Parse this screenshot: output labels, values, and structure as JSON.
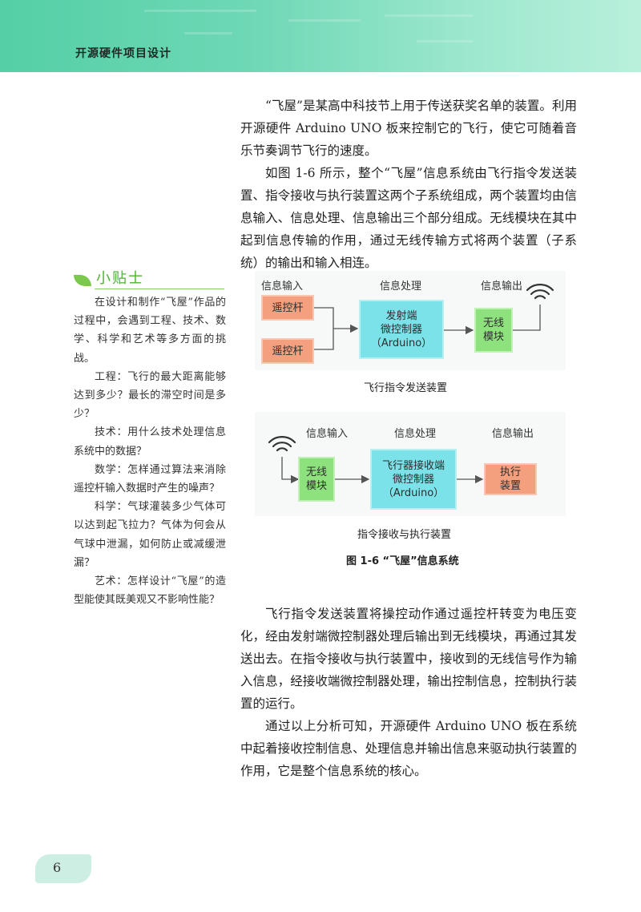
{
  "header": {
    "title": "开源硬件项目设计"
  },
  "intro": [
    "“飞屋”是某高中科技节上用于传送获奖名单的装置。利用开源硬件 Arduino UNO 板来控制它的飞行，使它可随着音乐节奏调节飞行的速度。",
    "如图 1-6 所示，整个“飞屋”信息系统由飞行指令发送装置、指令接收与执行装置这两个子系统组成，两个装置均由信息输入、信息处理、信息输出三个部分组成。无线模块在其中起到信息传输的作用，通过无线传输方式将两个装置（子系统）的输出和输入相连。"
  ],
  "tip": {
    "title": "小贴士",
    "paragraphs": [
      "在设计和制作“飞屋”作品的过程中，会遇到工程、技术、数学、科学和艺术等多方面的挑战。",
      "工程：飞行的最大距离能够达到多少？最长的滞空时间是多少？",
      "技术：用什么技术处理信息系统中的数据？",
      "数学：怎样通过算法来消除遥控杆输入数据时产生的噪声？",
      "科学：气球灌装多少气体可以达到起飞拉力？气体为何会从气球中泄漏，如何防止或减缓泄漏？",
      "艺术：怎样设计“飞屋”的造型能使其既美观又不影响性能？"
    ]
  },
  "figure": {
    "sender": {
      "label_input": "信息输入",
      "label_process": "信息处理",
      "label_output": "信息输出",
      "joystick_1": "遥控杆",
      "joystick_2": "遥控杆",
      "mcu_line1": "发射端",
      "mcu_line2": "微控制器",
      "mcu_line3": "（Arduino）",
      "wireless_line1": "无线",
      "wireless_line2": "模块",
      "caption": "飞行指令发送装置"
    },
    "receiver": {
      "label_input": "信息输入",
      "label_process": "信息处理",
      "label_output": "信息输出",
      "wireless_line1": "无线",
      "wireless_line2": "模块",
      "mcu_line1": "飞行器接收端",
      "mcu_line2": "微控制器",
      "mcu_line3": "（Arduino）",
      "actuator_line1": "执行",
      "actuator_line2": "装置",
      "caption": "指令接收与执行装置"
    },
    "caption": "图 1-6 “飞屋”信息系统"
  },
  "analysis": [
    "飞行指令发送装置将操控动作通过遥控杆转变为电压变化，经由发射端微控制器处理后输出到无线模块，再通过其发送出去。在指令接收与执行装置中，接收到的无线信号作为输入信息，经接收端微控制器处理，输出控制信息，控制执行装置的运行。",
    "通过以上分析可知，开源硬件 Arduino UNO 板在系统中起着接收控制信息、处理信息并输出信息来驱动执行装置的作用，它是整个信息系统的核心。"
  ],
  "page_number": "6"
}
